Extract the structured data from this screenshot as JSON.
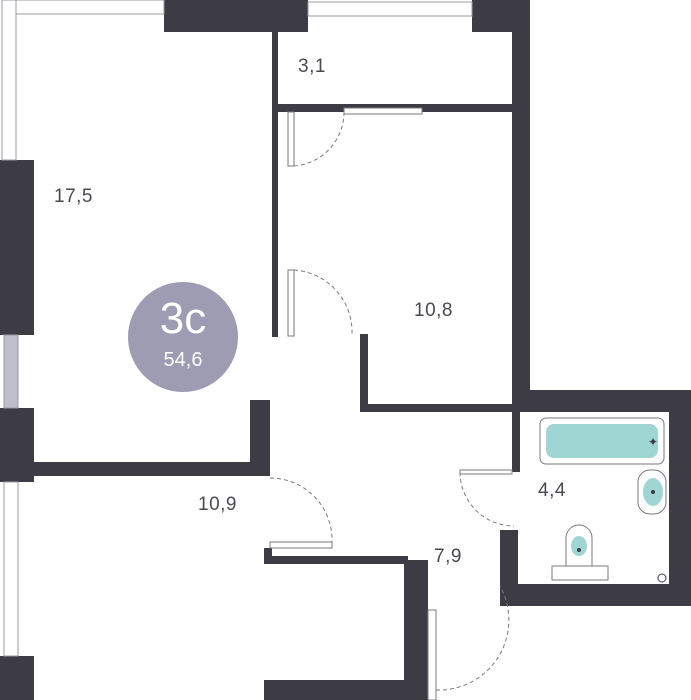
{
  "plan": {
    "apartment_type": "3с",
    "total_area": "54,6",
    "rooms": {
      "living_room": "17,5",
      "balcony": "3,1",
      "bedroom_right": "10,8",
      "bedroom_bottom": "10,9",
      "hallway": "7,9",
      "bathroom": "4,4"
    },
    "colors": {
      "wall": "#3d3c44",
      "badge": "#9d9cb2",
      "window": "#bfbecb",
      "bathtub": "#9fd6d4"
    }
  }
}
